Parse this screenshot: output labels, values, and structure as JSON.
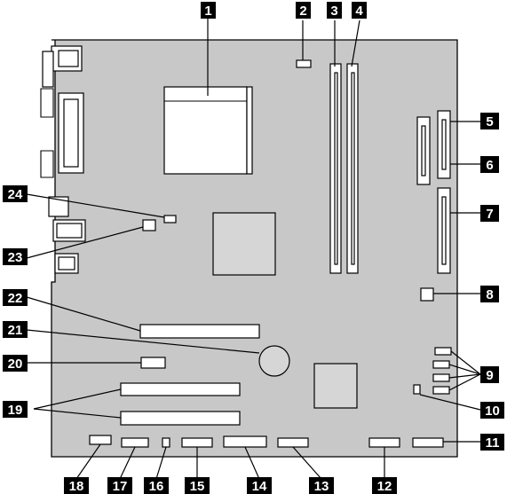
{
  "callouts": [
    {
      "id": 1,
      "label": "1"
    },
    {
      "id": 2,
      "label": "2"
    },
    {
      "id": 3,
      "label": "3"
    },
    {
      "id": 4,
      "label": "4"
    },
    {
      "id": 5,
      "label": "5"
    },
    {
      "id": 6,
      "label": "6"
    },
    {
      "id": 7,
      "label": "7"
    },
    {
      "id": 8,
      "label": "8"
    },
    {
      "id": 9,
      "label": "9"
    },
    {
      "id": 10,
      "label": "10"
    },
    {
      "id": 11,
      "label": "11"
    },
    {
      "id": 12,
      "label": "12"
    },
    {
      "id": 13,
      "label": "13"
    },
    {
      "id": 14,
      "label": "14"
    },
    {
      "id": 15,
      "label": "15"
    },
    {
      "id": 16,
      "label": "16"
    },
    {
      "id": 17,
      "label": "17"
    },
    {
      "id": 18,
      "label": "18"
    },
    {
      "id": 19,
      "label": "19"
    },
    {
      "id": 20,
      "label": "20"
    },
    {
      "id": 21,
      "label": "21"
    },
    {
      "id": 22,
      "label": "22"
    },
    {
      "id": 23,
      "label": "23"
    },
    {
      "id": 24,
      "label": "24"
    }
  ],
  "colors": {
    "board": "#c8c8c8",
    "badge": "#000000",
    "badge_text": "#ffffff"
  }
}
